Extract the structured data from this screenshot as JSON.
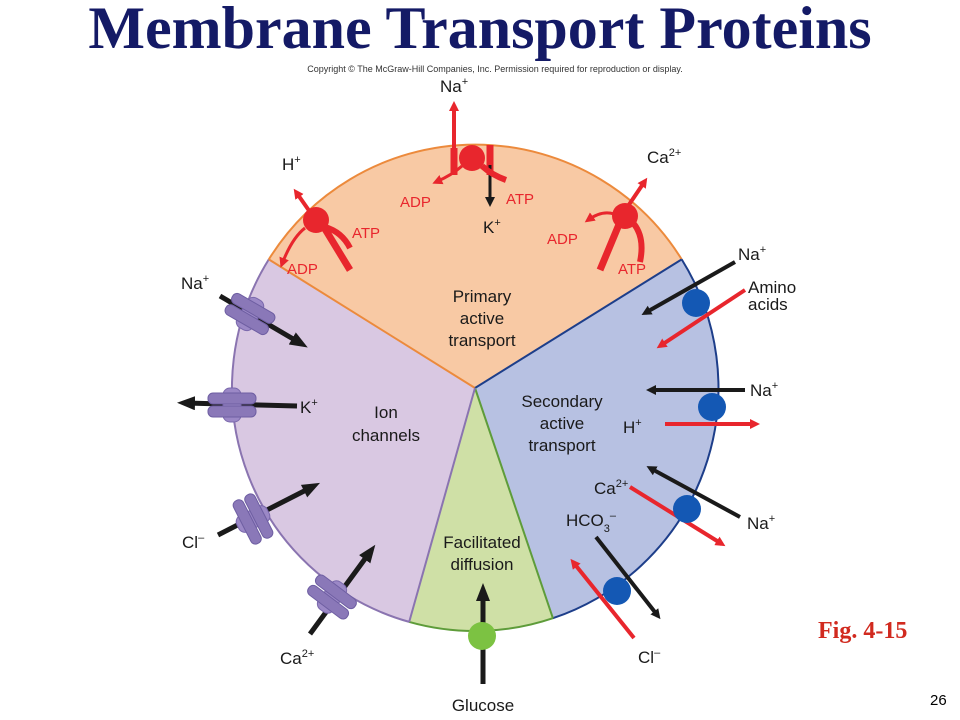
{
  "title": "Membrane Transport Proteins",
  "copyright": "Copyright © The McGraw-Hill Companies, Inc. Permission required for reproduction or display.",
  "figure_label": "Fig. 4-15",
  "page_number": "26",
  "colors": {
    "primary_fill": "#f8c9a4",
    "secondary_fill": "#b7c1e2",
    "ion_fill": "#d9c8e2",
    "facilitated_fill": "#cfe0a6",
    "pump_red": "#e8262d",
    "carrier_blue": "#1458b4",
    "channel_purple": "#8a78b8",
    "glucose_green": "#7cc242",
    "title_navy": "#141a66",
    "fig_red": "#d12a1f"
  },
  "sectors": {
    "primary": {
      "line1": "Primary",
      "line2": "active",
      "line3": "transport"
    },
    "secondary": {
      "line1": "Secondary",
      "line2": "active",
      "line3": "transport"
    },
    "ion": {
      "line1": "Ion",
      "line2": "channels"
    },
    "facilitated": {
      "line1": "Facilitated",
      "line2": "diffusion"
    }
  },
  "labels": {
    "na_top": "Na",
    "k_top": "K",
    "h_pump": "H",
    "ca_pump": "Ca",
    "adp": "ADP",
    "atp": "ATP",
    "sec_na1": "Na",
    "amino1": "Amino",
    "amino2": "acids",
    "sec_na2": "Na",
    "sec_h": "H",
    "sec_ca": "Ca",
    "sec_na3": "Na",
    "hco3": "HCO",
    "sec_cl": "Cl",
    "ion_na": "Na",
    "ion_k": "K",
    "ion_cl": "Cl",
    "ion_ca": "Ca",
    "glucose": "Glucose",
    "plus": "+",
    "two_plus": "2+",
    "minus": "–",
    "sub3": "3"
  }
}
